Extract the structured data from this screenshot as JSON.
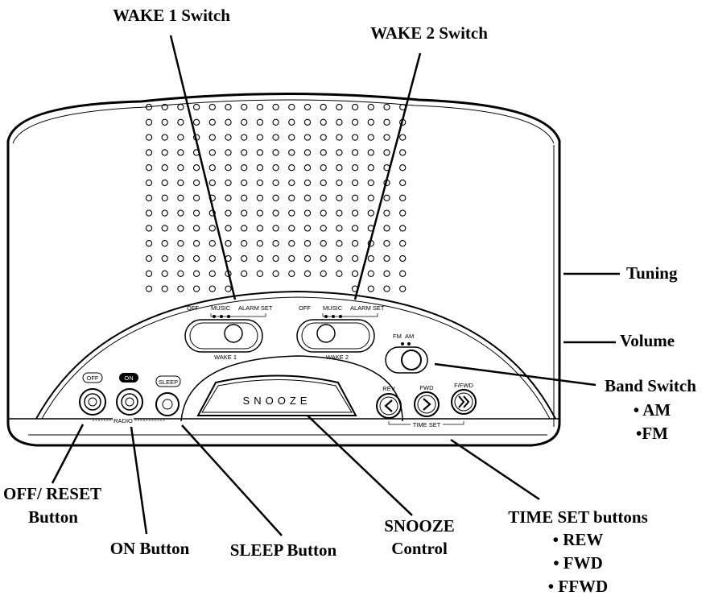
{
  "callouts": {
    "wake1": "WAKE 1 Switch",
    "wake2": "WAKE 2 Switch",
    "tuning": "Tuning",
    "volume": "Volume",
    "band": {
      "title": "Band Switch",
      "items": [
        "• AM",
        "•FM"
      ]
    },
    "off_reset": [
      "OFF/ RESET",
      "Button"
    ],
    "on_button": "ON Button",
    "sleep_button": "SLEEP Button",
    "snooze_control": [
      "SNOOZE",
      "Control"
    ],
    "time_set": {
      "title": "TIME SET buttons",
      "items": [
        "• REW",
        "• FWD",
        "• FFWD"
      ]
    }
  },
  "device": {
    "wake_positions": [
      "OFF",
      "MUSIC",
      "ALARM SET"
    ],
    "wake1_label": "WAKE 1",
    "wake2_label": "WAKE 2",
    "band_options": [
      "FM",
      "AM"
    ],
    "off_label": "OFF",
    "on_label": "ON",
    "sleep_label": "SLEEP",
    "radio_label": "RADIO",
    "snooze_label": "SNOOZE",
    "rev_label": "REV",
    "fwd_label": "FWD",
    "ffwd_label": "F/FWD",
    "time_set_label": "TIME SET"
  }
}
